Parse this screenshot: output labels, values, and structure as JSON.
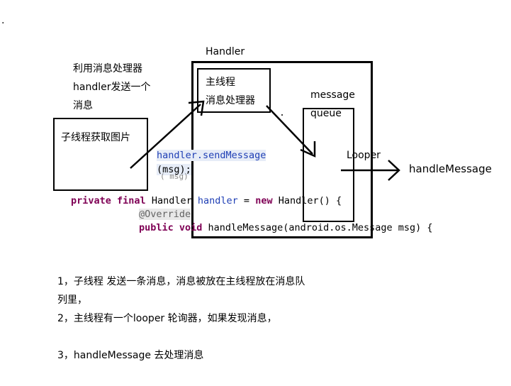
{
  "corner_mark": ".",
  "handler_title": "Handler",
  "note_lines": [
    "利用消息处理器",
    "handler发送一个",
    "消息"
  ],
  "child_thread_box": "子线程获取图片",
  "main_thread_box": [
    "主线程",
    "消息处理器"
  ],
  "message_queue_label": [
    "message",
    "queue"
  ],
  "looper_label": "Looper",
  "handle_message_label": "handleMessage",
  "send_code": [
    "handler.sendMessage",
    "(msg);"
  ],
  "send_code_ghost": "( msg)",
  "code_line1": {
    "kw": "private final",
    "type": "Handler",
    "var": "handler",
    "eq": "=",
    "new_kw": "new",
    "ctor": "Handler() {"
  },
  "code_line2": "@Override",
  "code_line3": {
    "kw": "public void",
    "sig": "handleMessage(android.os.Message msg) {"
  },
  "steps": [
    "1，子线程 发送一条消息，消息被放在主线程放在消息队",
    "列里，",
    "2，主线程有一个looper 轮询器，如果发现消息，",
    "3，handleMessage 去处理消息"
  ]
}
